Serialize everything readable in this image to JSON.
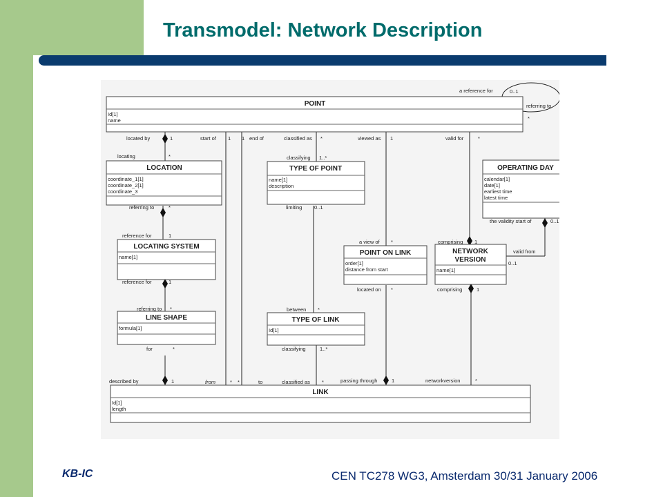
{
  "slide": {
    "title": "Transmodel: Network Description",
    "footer_left": "KB-IC",
    "footer_right": "CEN TC278 WG3, Amsterdam 30/31 January 2006"
  },
  "diagram": {
    "classes": {
      "point": {
        "name": "POINT",
        "attrs": [
          "Id[1]",
          "name"
        ]
      },
      "location": {
        "name": "LOCATION",
        "attrs": [
          "coordinate_1[1]",
          "coordinate_2[1]",
          "coordinate_3"
        ]
      },
      "type_of_point": {
        "name": "TYPE OF POINT",
        "attrs": [
          "name[1]",
          "description"
        ]
      },
      "operating_day": {
        "name": "OPERATING DAY",
        "attrs": [
          "calendar[1]",
          "date[1]",
          "earliest time",
          "latest time"
        ]
      },
      "locating_system": {
        "name": "LOCATING SYSTEM",
        "attrs": [
          "name[1]"
        ]
      },
      "point_on_link": {
        "name": "POINT ON LINK",
        "attrs": [
          "order[1]",
          "distance from start"
        ]
      },
      "network_version": {
        "name1": "NETWORK",
        "name2": "VERSION",
        "attrs": [
          "name[1]"
        ]
      },
      "line_shape": {
        "name": "LINE SHAPE",
        "attrs": [
          "formula[1]"
        ]
      },
      "type_of_link": {
        "name": "TYPE OF LINK",
        "attrs": [
          "Id[1]"
        ]
      },
      "link": {
        "name": "LINK",
        "attrs": [
          "Id[1]",
          "length"
        ]
      }
    },
    "labels": {
      "a_reference_for": "a reference for",
      "self_mult": "0..1",
      "referring_to_self": "referring to",
      "self_star": "*",
      "located_by": "located by",
      "located_by_mult": "1",
      "start_of": "start of",
      "start_of_mult": "1",
      "end_of_mult": "1",
      "end_of": "end of",
      "classified_as_top": "classified as",
      "classified_as_top_mult": "*",
      "viewed_as": "viewed as",
      "viewed_as_mult": "1",
      "valid_for": "valid for",
      "valid_for_mult": "*",
      "locating": "locating",
      "locating_mult": "*",
      "classifying_top": "classifying",
      "classifying_top_mult": "1..*",
      "referring_to_loc": "referring to",
      "referring_to_loc_mult": "*",
      "limiting": "limiting",
      "limiting_mult": "0..1",
      "the_validity_start_of": "the validity start of",
      "validity_mult": "0..1",
      "reference_for_1": "reference for",
      "reference_for_1_mult": "1",
      "a_view_of": "a view of",
      "a_view_of_mult": "*",
      "comprising_top": "comprising",
      "comprising_top_mult": "1",
      "valid_from": "valid from",
      "valid_from_mult": "0..1",
      "reference_for_2": "reference for",
      "reference_for_2_mult": "1",
      "located_on": "located on",
      "located_on_mult": "*",
      "comprising_bottom": "comprising",
      "comprising_bottom_mult": "1",
      "referring_to_ls": "referring to",
      "referring_to_ls_mult": "*",
      "between": "between",
      "between_mult": "*",
      "for": "for",
      "for_mult": "*",
      "classifying_bottom": "classifying",
      "classifying_bottom_mult": "1..*",
      "described_by": "described by",
      "described_by_mult": "1",
      "from": "from",
      "from_mult": "*",
      "to_mult": "*",
      "to": "to",
      "classified_as_bottom": "classified as",
      "classified_as_bottom_mult": "*",
      "passing_through": "passing through",
      "passing_through_mult": "1",
      "networkversion": "networkversion",
      "networkversion_mult": "*"
    }
  }
}
